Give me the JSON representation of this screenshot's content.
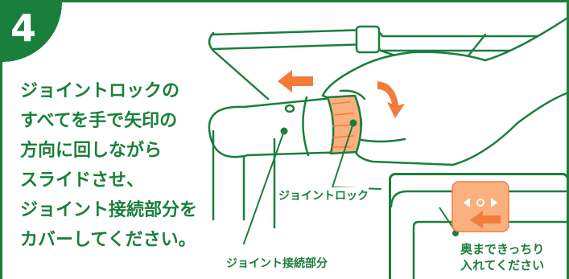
{
  "step": {
    "number": "4"
  },
  "instruction": {
    "lines": [
      "ジョイントロックの",
      "すべてを手で矢印の",
      "方向に回しながら",
      "スライドさせ、",
      "ジョイント接続部分を",
      "カバーしてください。"
    ]
  },
  "callouts": {
    "joint_lock": "ジョイントロック",
    "joint_connection": "ジョイント接続部分"
  },
  "inset": {
    "lines": [
      "奥まできっちり",
      "入れてください"
    ]
  },
  "colors": {
    "green": "#1a7f3c",
    "orange": "#f47b3a",
    "peach": "#f9b07e"
  }
}
